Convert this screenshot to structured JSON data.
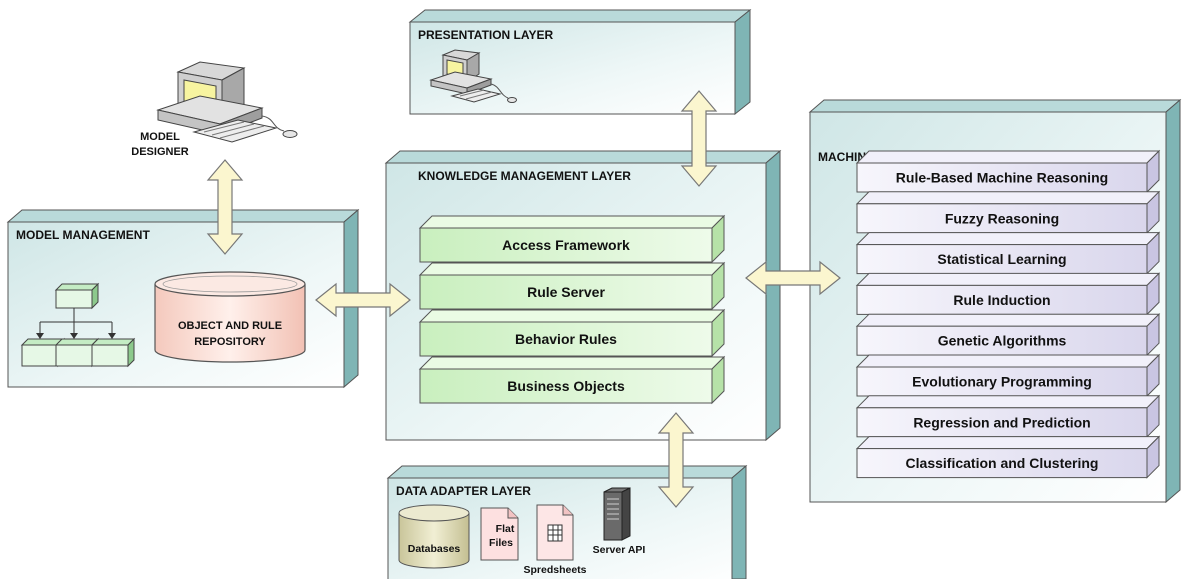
{
  "presentation": {
    "title": "PRESENTATION LAYER"
  },
  "model_designer": {
    "label_line1": "MODEL",
    "label_line2": "DESIGNER"
  },
  "model_management": {
    "title": "MODEL MANAGEMENT",
    "repository_line1": "OBJECT AND RULE",
    "repository_line2": "REPOSITORY"
  },
  "knowledge": {
    "title": "KNOWLEDGE MANAGEMENT LAYER",
    "layers": [
      "Access Framework",
      "Rule Server",
      "Behavior Rules",
      "Business Objects"
    ]
  },
  "machine": {
    "title": "MACHINE INTELLIGENCE SERVICES",
    "services": [
      "Rule-Based Machine Reasoning",
      "Fuzzy Reasoning",
      "Statistical Learning",
      "Rule Induction",
      "Genetic Algorithms",
      "Evolutionary Programming",
      "Regression and Prediction",
      "Classification and Clustering"
    ]
  },
  "data_adapter": {
    "title": "DATA ADAPTER LAYER",
    "databases": "Databases",
    "flat_line1": "Flat",
    "flat_line2": "Files",
    "spreadsheets": "Spredsheets",
    "server_api": "Server API"
  },
  "colors": {
    "panel_front": "#e6f2f2",
    "panel_side": "#7fb5b5",
    "green_bar": "#dff5d8",
    "purple_bar": "#e6e4f2",
    "arrow_fill": "#fbf6cf",
    "cylinder_fill": "#fde3dc"
  }
}
